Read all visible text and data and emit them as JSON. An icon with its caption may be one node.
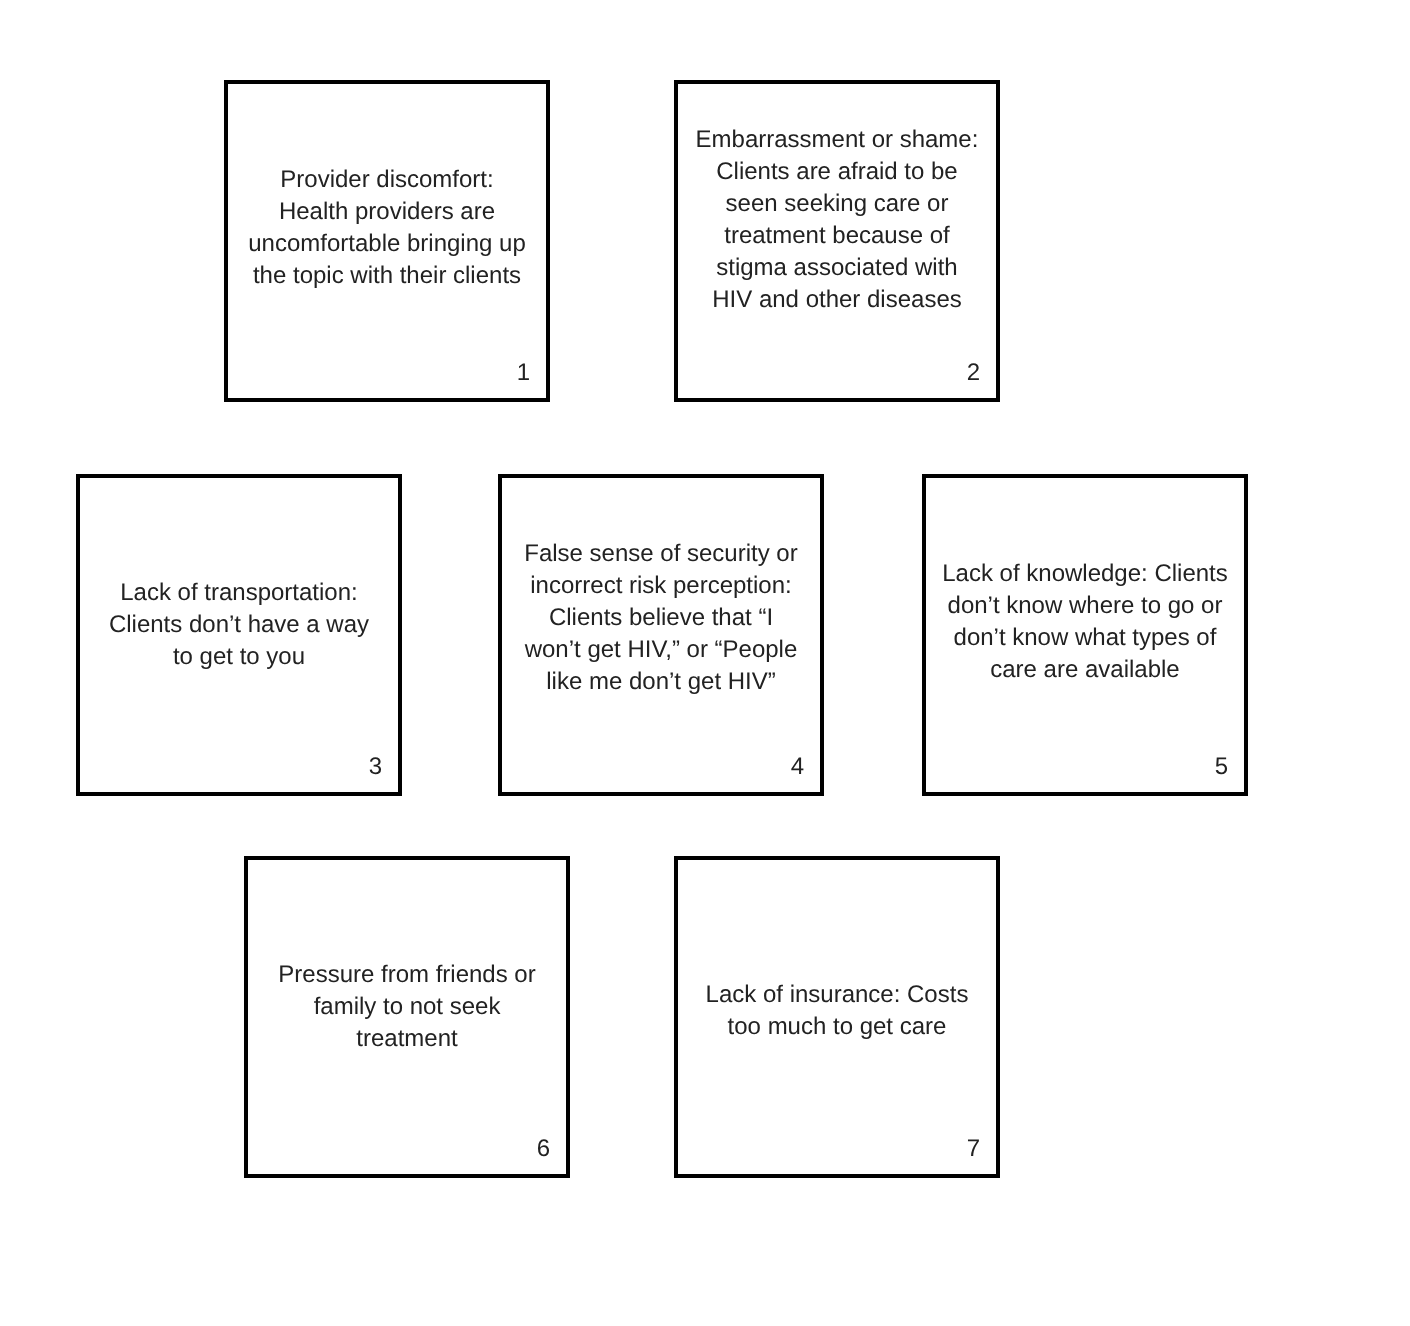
{
  "diagram": {
    "nodes": [
      {
        "text": [
          "Provider discomfort: Health providers are uncomfortable bringing up the topic with their clients",
          "1"
        ]
      },
      {
        "text": [
          "Embarrassment or shame: Clients are afraid to be seen seeking care or treatment because of stigma associated with HIV and other diseases",
          "2"
        ]
      },
      {
        "text": [
          "Lack of transportation: Clients don’t have a way to get to you",
          "3"
        ]
      },
      {
        "text": [
          "False sense of security or incorrect risk perception: Clients believe that “I won’t get HIV,” or “People like me don’t get HIV”",
          "4"
        ]
      },
      {
        "text": [
          "Lack of knowledge: Clients don’t know where to go or don’t know what types of care are available",
          "5"
        ]
      },
      {
        "text": [
          "Pressure from friends or family to not seek treatment",
          "6"
        ]
      },
      {
        "text": [
          "Lack of insurance: Costs too much to get care",
          "7"
        ]
      }
    ]
  }
}
